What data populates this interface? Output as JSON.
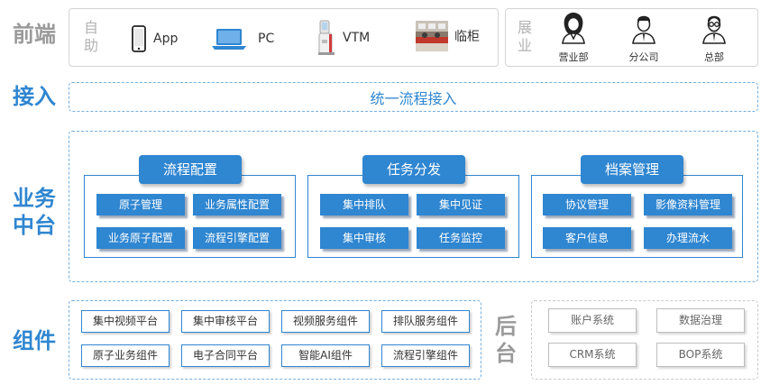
{
  "colors": {
    "accent": "#2f86d1",
    "muted": "#9a9a9a",
    "panel_border": "#d5d5d5"
  },
  "layers": {
    "frontend": "前端",
    "access": "接入",
    "middle": "业务\n中台",
    "components": "组件",
    "backend": "后\n台"
  },
  "frontend": {
    "self_service_label": "自\n助",
    "channels": [
      {
        "icon": "mobile-phone-icon",
        "label": "App"
      },
      {
        "icon": "laptop-icon",
        "label": "PC"
      },
      {
        "icon": "vtm-machine-icon",
        "label": "VTM"
      },
      {
        "icon": "counter-photo-icon",
        "label": "临柜"
      }
    ],
    "expand_label": "展\n业",
    "people": [
      {
        "icon": "female-person-icon",
        "label": "营业部"
      },
      {
        "icon": "male-person-icon",
        "label": "分公司"
      },
      {
        "icon": "glasses-person-icon",
        "label": "总部"
      }
    ]
  },
  "access": {
    "label": "统一流程接入"
  },
  "middle": {
    "groups": [
      {
        "title": "流程配置",
        "items": [
          "原子管理",
          "业务属性配置",
          "业务原子配置",
          "流程引擎配置"
        ]
      },
      {
        "title": "任务分发",
        "items": [
          "集中排队",
          "集中见证",
          "集中审核",
          "任务监控"
        ]
      },
      {
        "title": "档案管理",
        "items": [
          "协议管理",
          "影像资料管理",
          "客户信息",
          "办理流水"
        ]
      }
    ]
  },
  "components": {
    "items": [
      "集中视频平台",
      "集中审核平台",
      "视频服务组件",
      "排队服务组件",
      "原子业务组件",
      "电子合同平台",
      "智能AI组件",
      "流程引擎组件"
    ]
  },
  "backend": {
    "items": [
      "账户系统",
      "数据治理",
      "CRM系统",
      "BOP系统"
    ]
  }
}
